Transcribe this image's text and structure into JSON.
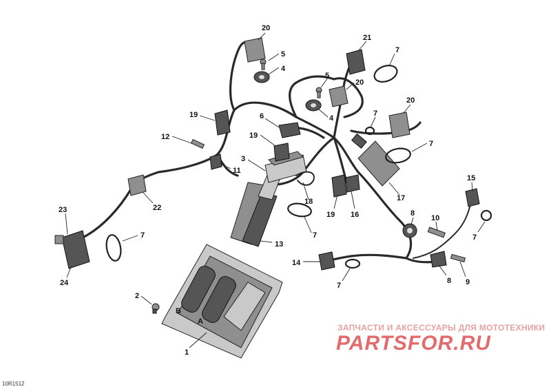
{
  "diagram": {
    "figure_code": "10R1512",
    "callouts": [
      "1",
      "2",
      "3",
      "4",
      "4",
      "5",
      "5",
      "6",
      "7",
      "7",
      "7",
      "7",
      "7",
      "7",
      "7",
      "8",
      "8",
      "9",
      "10",
      "11",
      "12",
      "13",
      "14",
      "15",
      "16",
      "17",
      "18",
      "19",
      "19",
      "19",
      "20",
      "20",
      "20",
      "21",
      "22",
      "23",
      "24"
    ],
    "ecu_connector_letters": [
      "B",
      "A"
    ]
  },
  "watermark": {
    "caption": "ЗАПЧАСТИ И АКСЕССУАРЫ ДЛЯ МОТОТЕХНИКИ",
    "logo": "PARTSFOR.RU"
  },
  "colors": {
    "line": "#2a2a2a",
    "part": "#8f8f8f",
    "watermark": "#e46b6b"
  }
}
